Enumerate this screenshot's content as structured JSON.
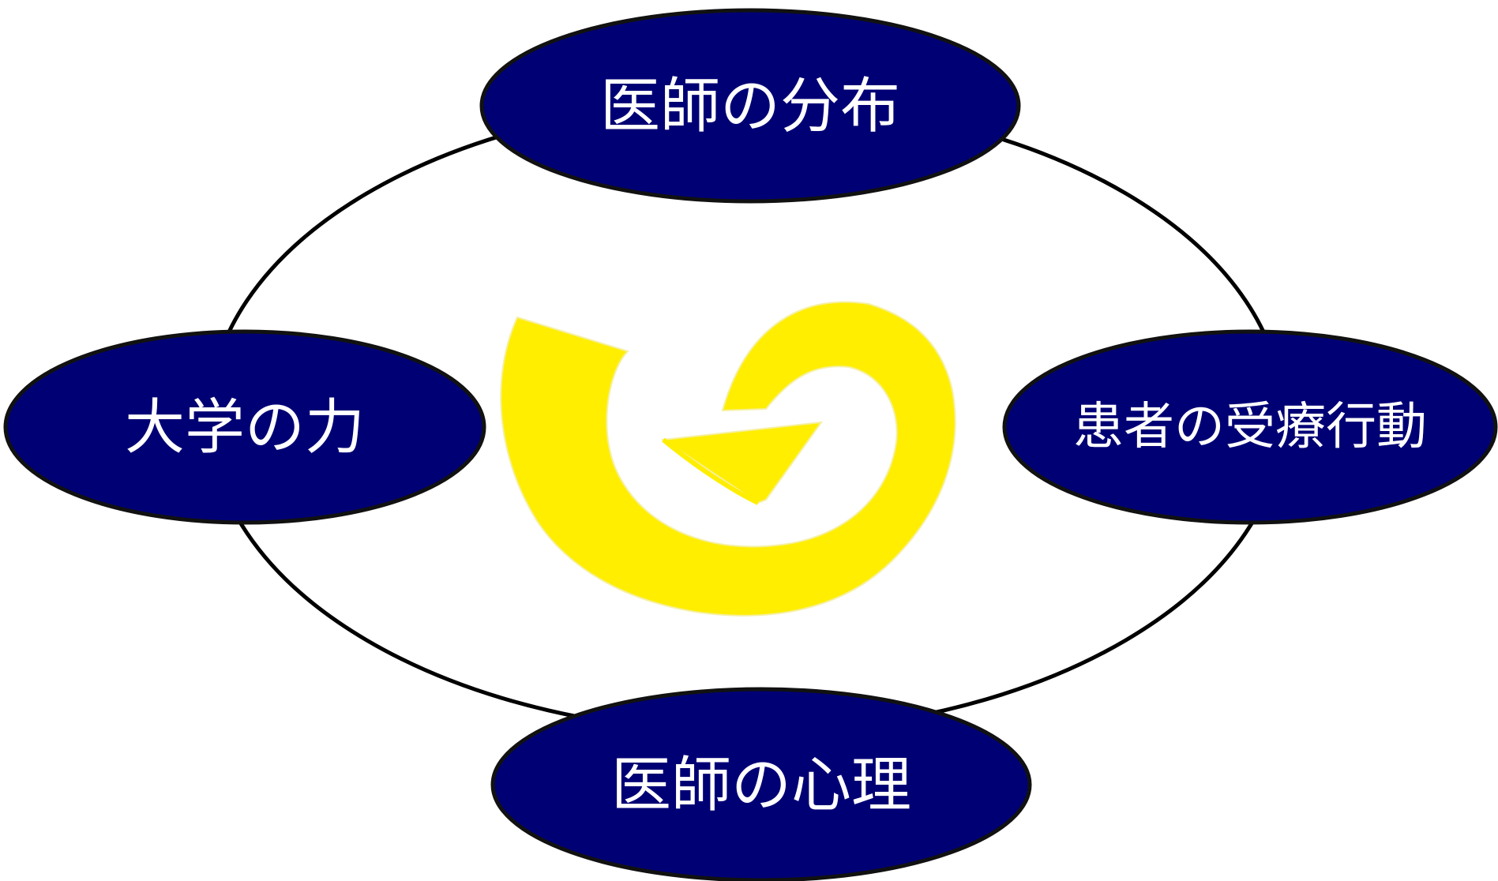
{
  "diagram": {
    "nodes": {
      "top": {
        "label": "医師の分布"
      },
      "left": {
        "label": "大学の力"
      },
      "right": {
        "label": "患者の受療行動"
      },
      "bottom": {
        "label": "医師の心理"
      }
    }
  },
  "colors": {
    "node_fill": "#000075",
    "node_stroke": "#111111",
    "label_text": "#ffffff",
    "cycle_line": "#000000",
    "spiral_fill": "#ffee00",
    "background": "#ffffff"
  },
  "icons": {
    "center": "yellow-spiral-arrow-icon"
  }
}
